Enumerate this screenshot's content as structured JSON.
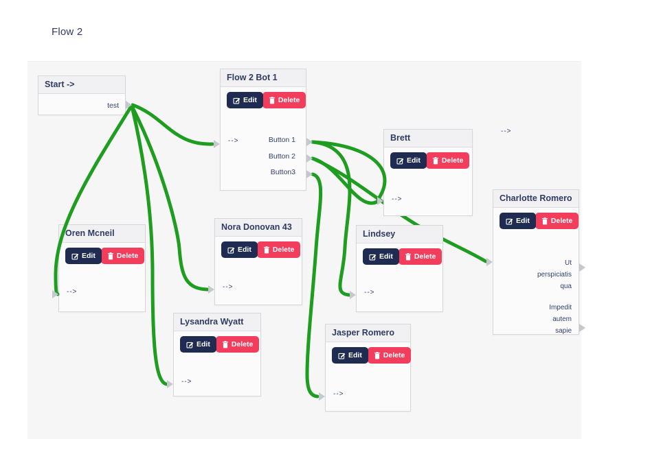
{
  "page": {
    "title": "Flow 2"
  },
  "actions": {
    "edit_label": "Edit",
    "delete_label": "Delete"
  },
  "colors": {
    "edge_green": "#1f9d20",
    "edit_navy": "#1f2b50",
    "delete_pink": "#f23e5c",
    "header_text": "#2f3b63",
    "canvas_bg": "#f6f6f7",
    "node_bg": "#fbfbfc"
  },
  "nodes": [
    {
      "id": "start",
      "title": "Start ->",
      "has_actions": false,
      "input_label": null,
      "outputs": [
        "test"
      ]
    },
    {
      "id": "bot1",
      "title": "Flow 2 Bot 1",
      "has_actions": true,
      "input_label": "-->",
      "outputs": [
        "Button 1",
        "Button 2",
        "Button3"
      ]
    },
    {
      "id": "brett",
      "title": "Brett",
      "has_actions": true,
      "input_label": "-->",
      "outputs": []
    },
    {
      "id": "charlotte",
      "title": "Charlotte Romero",
      "has_actions": true,
      "input_label": "-->",
      "outputs": [
        "Ut\nperspiciatis\nqua",
        "Impedit\nautem\nsapie"
      ]
    },
    {
      "id": "oren",
      "title": "Oren Mcneil",
      "has_actions": true,
      "input_label": "-->",
      "outputs": []
    },
    {
      "id": "nora",
      "title": "Nora Donovan 43",
      "has_actions": true,
      "input_label": "-->",
      "outputs": []
    },
    {
      "id": "lindsey",
      "title": "Lindsey",
      "has_actions": true,
      "input_label": "-->",
      "outputs": []
    },
    {
      "id": "lysandra",
      "title": "Lysandra Wyatt",
      "has_actions": true,
      "input_label": "-->",
      "outputs": []
    },
    {
      "id": "jasper",
      "title": "Jasper Romero",
      "has_actions": true,
      "input_label": "-->",
      "outputs": []
    }
  ],
  "edges": [
    {
      "from": "start.test",
      "to": "bot1.input"
    },
    {
      "from": "start.test",
      "to": "oren.input"
    },
    {
      "from": "start.test",
      "to": "nora.input"
    },
    {
      "from": "start.test",
      "to": "lysandra.input"
    },
    {
      "from": "bot1.Button 1",
      "to": "brett.input"
    },
    {
      "from": "bot1.Button 2",
      "to": "brett.input"
    },
    {
      "from": "bot1.Button 2",
      "to": "charlotte.input"
    },
    {
      "from": "bot1.Button 1",
      "to": "lindsey.input"
    },
    {
      "from": "bot1.Button3",
      "to": "jasper.input"
    }
  ]
}
